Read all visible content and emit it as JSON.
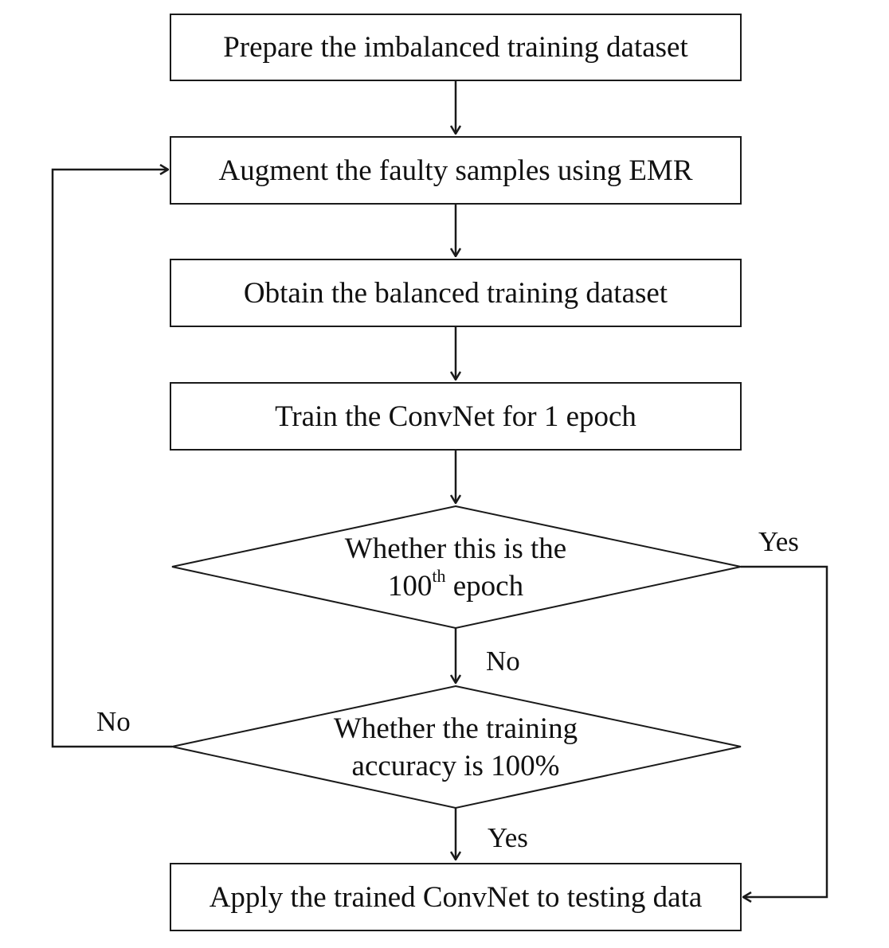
{
  "flowchart": {
    "steps": {
      "prepare": "Prepare the imbalanced training dataset",
      "augment": "Augment the faulty samples using EMR",
      "obtain": "Obtain the balanced training dataset",
      "train": "Train the ConvNet for 1 epoch",
      "apply": "Apply the trained ConvNet to testing data"
    },
    "decisions": {
      "epoch_check": {
        "line1": "Whether this is the",
        "line2_number": "100",
        "line2_sup": "th",
        "line2_rest": " epoch"
      },
      "accuracy_check": {
        "line1": "Whether the training",
        "line2": "accuracy is 100%"
      }
    },
    "edge_labels": {
      "epoch_yes": "Yes",
      "epoch_no": "No",
      "accuracy_no": "No",
      "accuracy_yes": "Yes"
    }
  },
  "colors": {
    "stroke": "#1a1a1a",
    "text": "#111111",
    "background": "#ffffff"
  }
}
